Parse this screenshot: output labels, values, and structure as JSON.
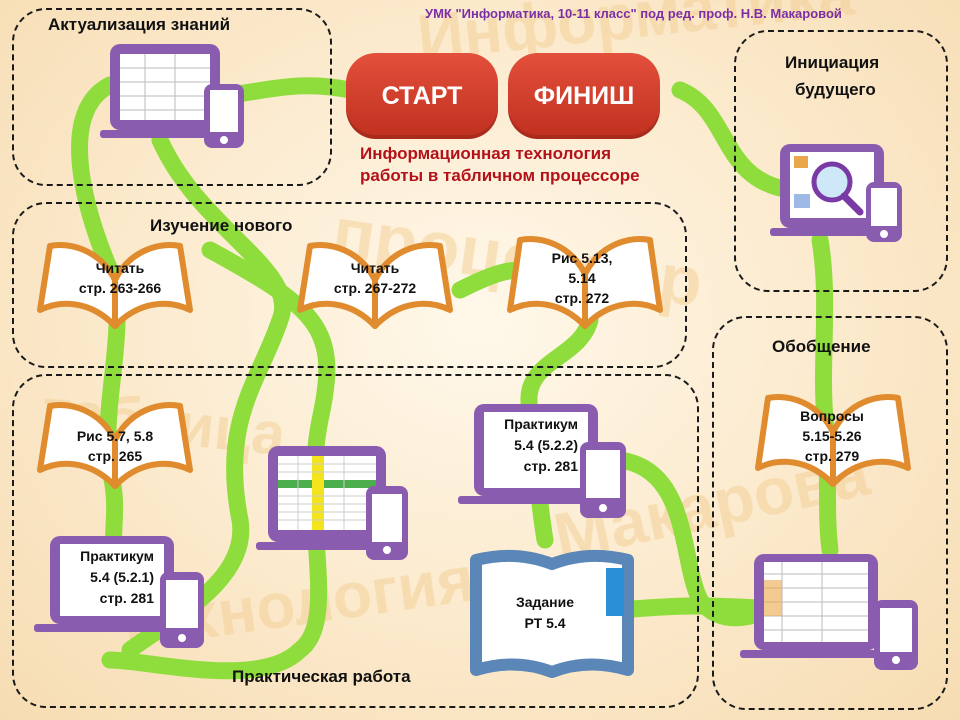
{
  "header": {
    "text": "УМК \"Информатика, 10-11 класс\" под ред. проф. Н.В. Макаровой"
  },
  "buttons": {
    "start": "СТАРТ",
    "finish": "ФИНИШ"
  },
  "subtitle": {
    "line1": "Информационная технология",
    "line2": "работы в табличном процессоре"
  },
  "zones": {
    "actualization": "Актуализация знаний",
    "new_material": "Изучение нового",
    "initiation_l1": "Инициация",
    "initiation_l2": "будущего",
    "generalization": "Обобщение",
    "practical": "Практическая работа"
  },
  "books": {
    "b1": {
      "l1": "Читать",
      "l2": "стр. 263-266"
    },
    "b2": {
      "l1": "Читать",
      "l2": "стр. 267-272"
    },
    "b3": {
      "l1": "Рис 5.13,",
      "l2": "5.14",
      "l3": "стр. 272"
    },
    "b4": {
      "l1": "Рис 5.7, 5.8",
      "l2": "стр. 265"
    },
    "b5": {
      "l1": "Вопросы",
      "l2": "5.15-5.26",
      "l3": "стр. 279"
    }
  },
  "notes": {
    "p1": {
      "l1": "Практикум",
      "l2": "5.4 (5.2.1)",
      "l3": "стр. 281"
    },
    "p2": {
      "l1": "Практикум",
      "l2": "5.4 (5.2.2)",
      "l3": "стр. 281"
    },
    "task": {
      "l1": "Задание",
      "l2": "РТ 5.4"
    }
  },
  "background_words": [
    "Информатика",
    "процессор",
    "Макарова",
    "таблица",
    "технология"
  ],
  "colors": {
    "path": "#8fdd3c",
    "start_finish": "#d23a27",
    "device": "#8a5cb0",
    "subtitle": "#b3121a",
    "header": "#7b2fa6",
    "book": "#e08c2e"
  }
}
